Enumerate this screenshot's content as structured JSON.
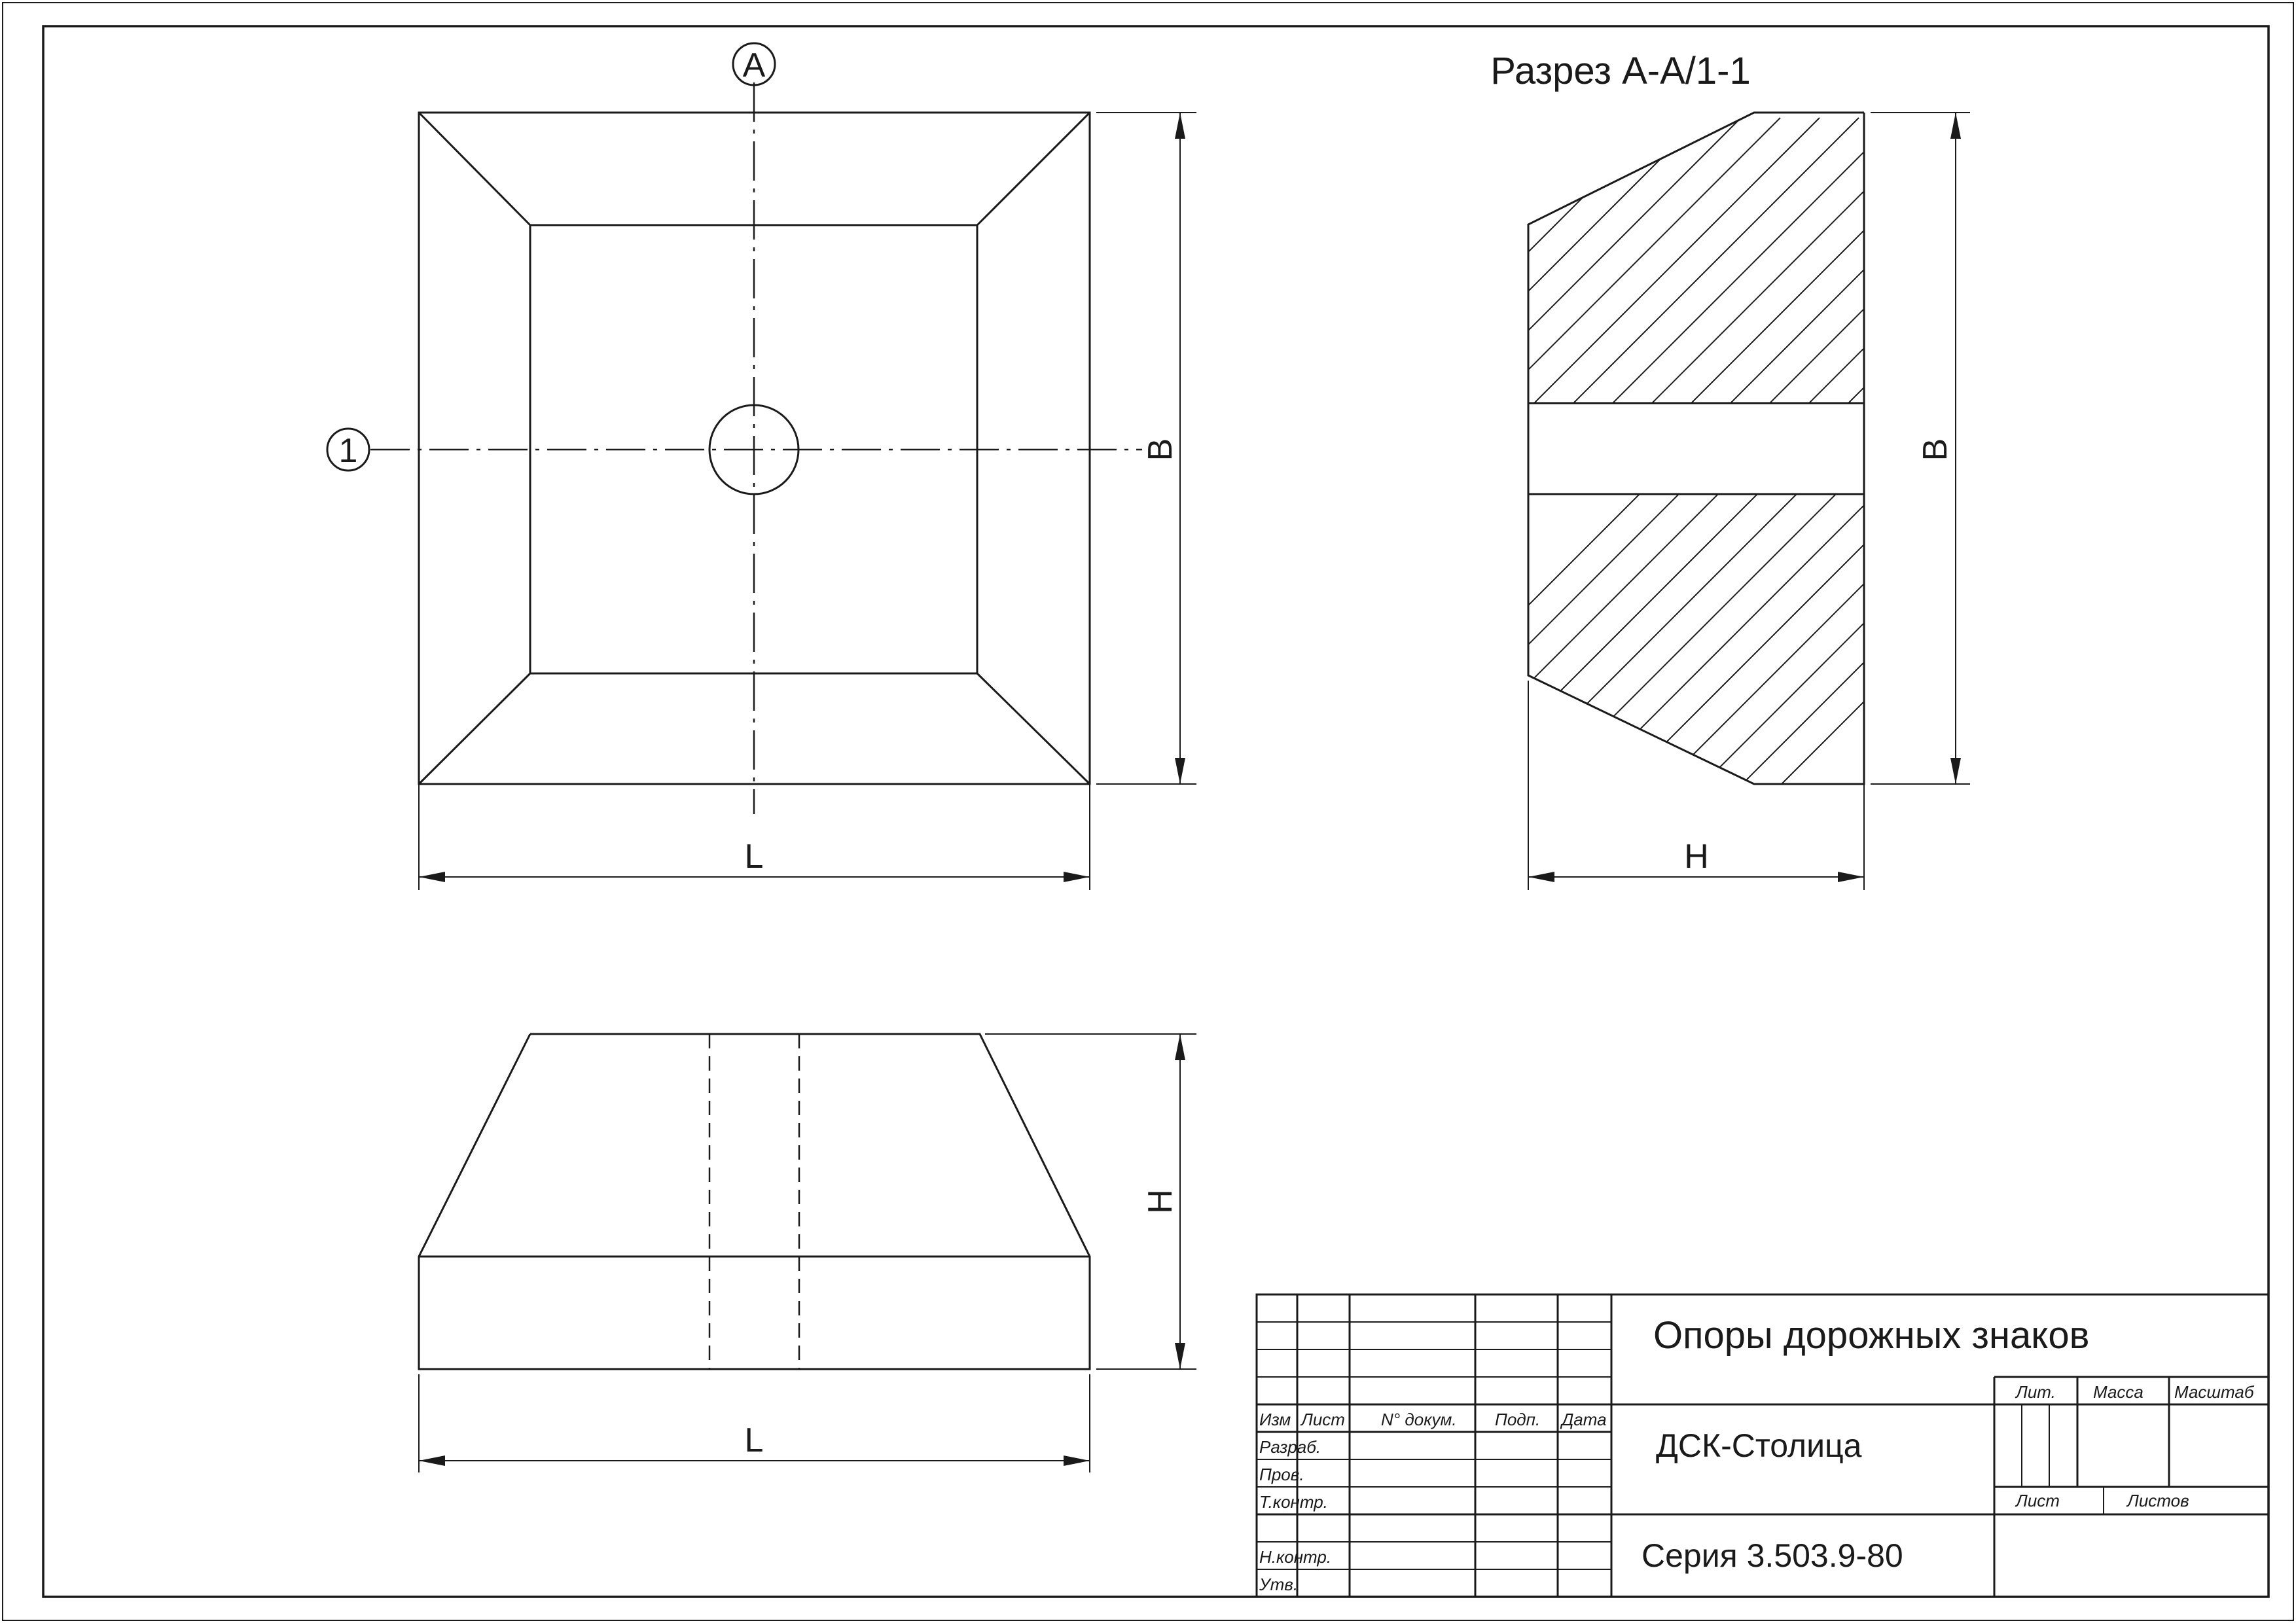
{
  "section_title": "Разрез А-А/1-1",
  "section_marks": {
    "vertical_cut": "А",
    "horizontal_cut": "1"
  },
  "dimensions": {
    "plan_width": "L",
    "plan_height": "B",
    "section_height": "B",
    "section_width": "H",
    "elevation_height": "H",
    "elevation_width": "L"
  },
  "title_block": {
    "product_name": "Опоры дорожных знаков",
    "organization": "ДСК-Столица",
    "series": "Серия 3.503.9-80",
    "header_cols": [
      "Изм",
      "Лист",
      "N° докум.",
      "Подп.",
      "Дата"
    ],
    "rows": [
      "Разраб.",
      "Пров.",
      "Т.контр.",
      "",
      "Н.контр.",
      "Утв."
    ],
    "lit_label": "Лит.",
    "mass_label": "Масса",
    "scale_label": "Масштаб",
    "sheet_label": "Лист",
    "sheets_label": "Листов"
  }
}
